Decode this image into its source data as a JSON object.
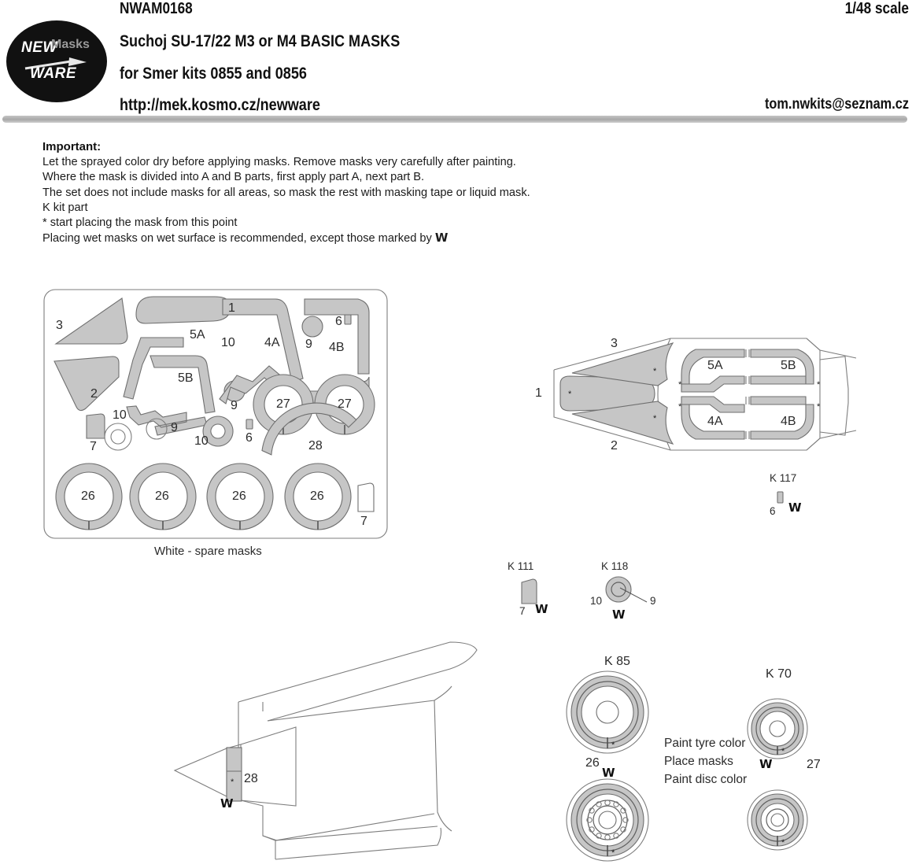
{
  "header": {
    "logo": {
      "line1": "NEW",
      "line2": "WARE",
      "sub": "Masks",
      "arrow_icon": "arrow-right-icon"
    },
    "code": "NWAM0168",
    "title": "Suchoj SU-17/22 M3 or M4 BASIC MASKS",
    "kits": "for Smer kits 0855 and 0856",
    "url": "http://mek.kosmo.cz/newware",
    "scale": "1/48 scale",
    "email": "tom.nwkits@seznam.cz"
  },
  "important": {
    "title": "Important:",
    "lines": [
      "Let the sprayed color dry before applying masks. Remove masks very carefully after painting.",
      "Where the mask is divided into A and B parts, first apply part A, next part B.",
      "The set does not include masks for all areas, so mask the rest with masking tape or liquid mask.",
      "K kit part",
      "*  start placing the mask from this point"
    ],
    "wet_line_prefix": "Placing wet masks on wet surface is recommended, except those marked by ",
    "wet_symbol": "W"
  },
  "sheet": {
    "caption": "White - spare masks",
    "labels": {
      "l3": "3",
      "l1": "1",
      "l5a": "5A",
      "l10a": "10",
      "l4a": "4A",
      "l9a": "9",
      "l6a": "6",
      "l4b": "4B",
      "l5b": "5B",
      "l2": "2",
      "l9b": "9",
      "l27a": "27",
      "l27b": "27",
      "l7a": "7",
      "l10b": "10",
      "l9c": "9",
      "l10c": "10",
      "l6b": "6",
      "l28": "28",
      "l26a": "26",
      "l26b": "26",
      "l26c": "26",
      "l26d": "26",
      "l7b": "7"
    }
  },
  "canopy": {
    "l1": "1",
    "l2": "2",
    "l3": "3",
    "l5a": "5A",
    "l5b": "5B",
    "l4a": "4A",
    "l4b": "4B",
    "star": "*"
  },
  "small_parts": {
    "k117": {
      "name": "K 117",
      "num": "6",
      "wet": "W"
    },
    "k111": {
      "name": "K 111",
      "num": "7",
      "wet": "W"
    },
    "k118": {
      "name": "K 118",
      "num_left": "10",
      "num_right": "9",
      "wet": "W"
    }
  },
  "nose": {
    "label": "28",
    "star": "*",
    "wet": "W"
  },
  "wheels": {
    "k85": {
      "name": "K 85",
      "num": "26",
      "wet": "W",
      "star": "*"
    },
    "k70": {
      "name": "K 70",
      "num": "27",
      "wet": "W",
      "star": "*"
    },
    "notes": [
      "Paint tyre color",
      "Place masks",
      "Paint disc color"
    ]
  }
}
